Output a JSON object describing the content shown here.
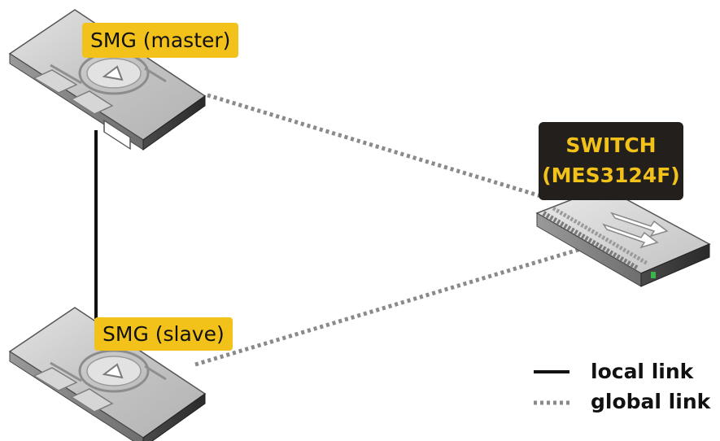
{
  "nodes": {
    "master": {
      "label": "SMG (master)"
    },
    "slave": {
      "label": "SMG (slave)"
    },
    "switch": {
      "label_line1": "SWITCH",
      "label_line2": "(MES3124F)"
    }
  },
  "legend": {
    "local": "local link",
    "global": "global link"
  },
  "links": [
    {
      "from": "master",
      "to": "slave",
      "style": "local"
    },
    {
      "from": "master",
      "to": "switch",
      "style": "global"
    },
    {
      "from": "slave",
      "to": "switch",
      "style": "global"
    }
  ],
  "colors": {
    "label_bg": "#f2c21a",
    "switch_label_bg": "#231f1c",
    "switch_label_text": "#f2c21a",
    "local_link": "#111111",
    "global_link": "#8a8a8a",
    "device_body": "#c9c9c9",
    "switch_port_led": "#3ab54a"
  }
}
